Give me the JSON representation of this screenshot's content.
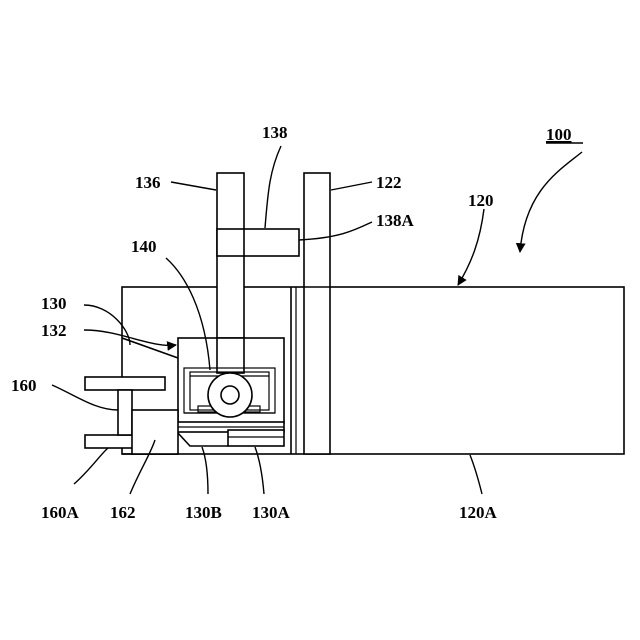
{
  "labels": {
    "ref_100": "100",
    "ref_138": "138",
    "ref_136": "136",
    "ref_122": "122",
    "ref_120": "120",
    "ref_138A": "138A",
    "ref_140": "140",
    "ref_130": "130",
    "ref_132": "132",
    "ref_160": "160",
    "ref_160A": "160A",
    "ref_162": "162",
    "ref_130B": "130B",
    "ref_130A": "130A",
    "ref_120A": "120A"
  }
}
